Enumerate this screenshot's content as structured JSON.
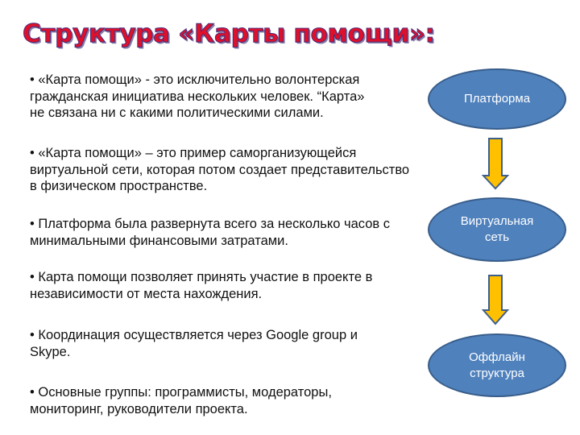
{
  "title": "Структура «Карты помощи»:",
  "colors": {
    "title_fill": "#E0102A",
    "title_outline": "#4B2A7A",
    "node_fill": "#4F81BD",
    "node_border": "#385D8A",
    "arrow_fill": "#FFC000",
    "arrow_border": "#3E5F8A",
    "text": "#111111"
  },
  "paragraphs": [
    {
      "lines": [
        "• «Карта помощи» - это исключительно волонтерская",
        "гражданская инициатива нескольких человек. “Карта»",
        "не связана ни с какими политическими силами."
      ]
    },
    {
      "lines": [
        "• «Карта помощи» – это пример саморганизующейся",
        "виртуальной сети, которая потом создает представительство",
        "в физическом пространстве."
      ]
    },
    {
      "lines": [
        "• Платформа была развернута всего за несколько часов с",
        "минимальными финансовыми затратами."
      ]
    },
    {
      "lines": [
        "• Карта помощи позволяет принять участие в проекте в",
        "независимости от места нахождения."
      ]
    },
    {
      "lines": [
        "• Координация осуществляется через Google group и",
        "Skype."
      ]
    },
    {
      "lines": [
        "• Основные группы: программисты, модераторы,",
        "мониторинг, руководители проекта."
      ]
    }
  ],
  "diagram": {
    "nodes": [
      {
        "label": "Платформа",
        "icon": "ellipse-shape"
      },
      {
        "label": "Виртуальная сеть",
        "icon": "ellipse-shape"
      },
      {
        "label": "Оффлайн структура",
        "icon": "ellipse-shape"
      }
    ],
    "arrows": [
      {
        "icon": "arrow-down-icon",
        "from": "Платформа",
        "to": "Виртуальная сеть"
      },
      {
        "icon": "arrow-down-icon",
        "from": "Виртуальная сеть",
        "to": "Оффлайн структура"
      }
    ]
  }
}
